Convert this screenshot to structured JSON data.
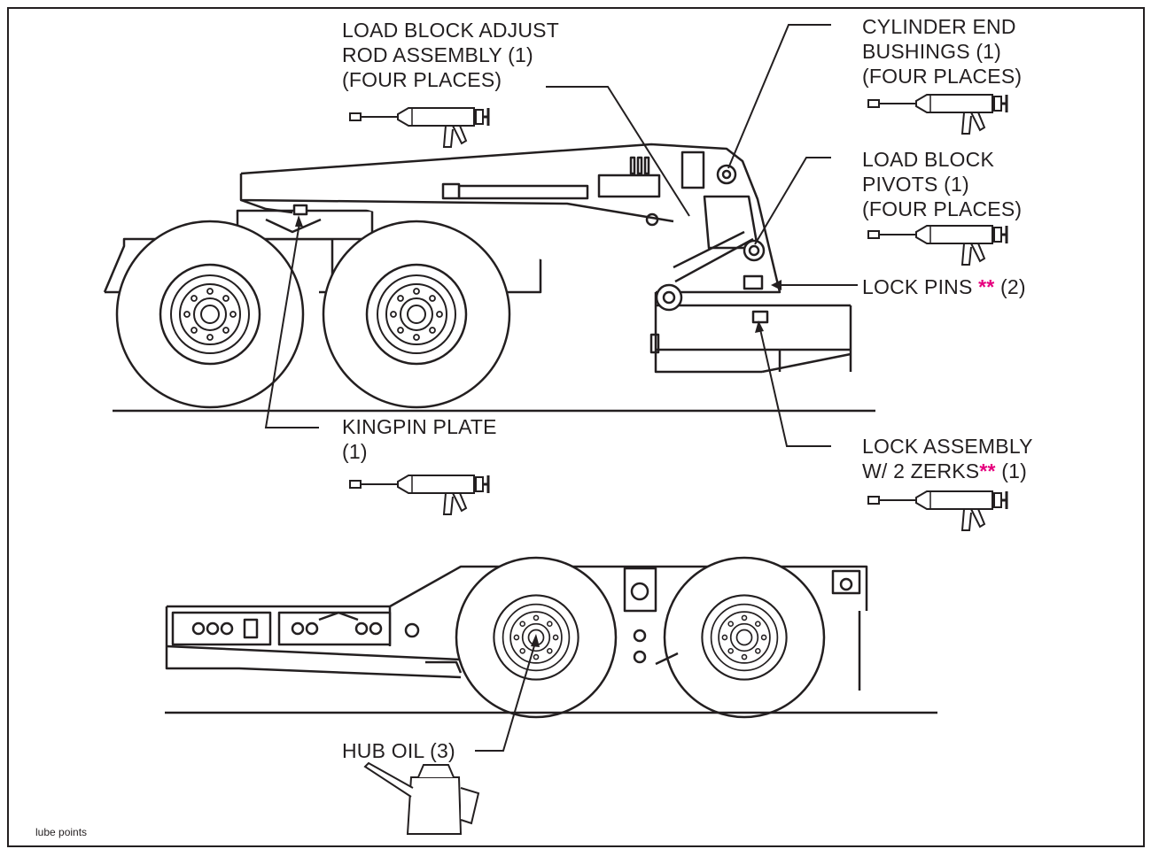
{
  "labels": {
    "load_block_adjust": [
      "LOAD BLOCK ADJUST",
      "ROD ASSEMBLY (1)",
      "(FOUR PLACES)"
    ],
    "cylinder_end": [
      "CYLINDER END",
      "BUSHINGS (1)",
      "(FOUR PLACES)"
    ],
    "load_block_pivots": [
      "LOAD BLOCK",
      "PIVOTS (1)",
      "(FOUR PLACES)"
    ],
    "lock_pins": {
      "text": "LOCK PINS",
      "stars": "**",
      "qty": "(2)"
    },
    "kingpin_plate": [
      "KINGPIN PLATE",
      "(1)"
    ],
    "lock_assembly": {
      "line1": "LOCK ASSEMBLY",
      "line2": "W/ 2 ZERKS",
      "stars": "**",
      "qty": "(1)"
    },
    "hub_oil": "HUB OIL (3)"
  },
  "caption": "lube points",
  "colors": {
    "ink": "#231f20",
    "accent": "#e6007e",
    "background": "#ffffff"
  },
  "icons": [
    "grease-gun-icon",
    "oil-can-icon"
  ]
}
